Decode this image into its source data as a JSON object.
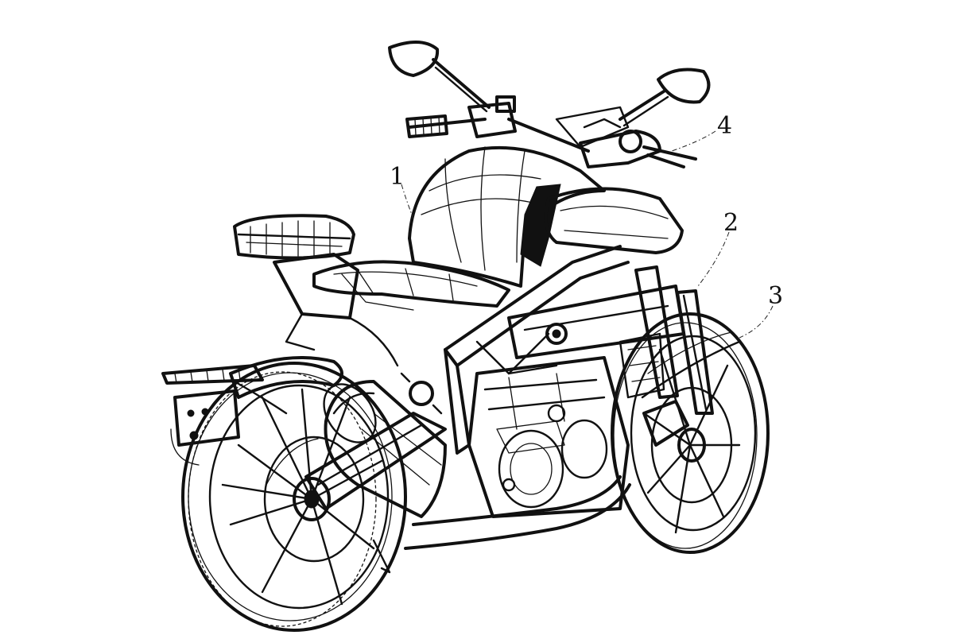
{
  "callouts": [
    {
      "id": "1",
      "text": "1"
    },
    {
      "id": "2",
      "text": "2"
    },
    {
      "id": "3",
      "text": "3"
    },
    {
      "id": "4",
      "text": "4"
    }
  ],
  "colors": {
    "ink": "#111111",
    "paper": "#ffffff"
  }
}
